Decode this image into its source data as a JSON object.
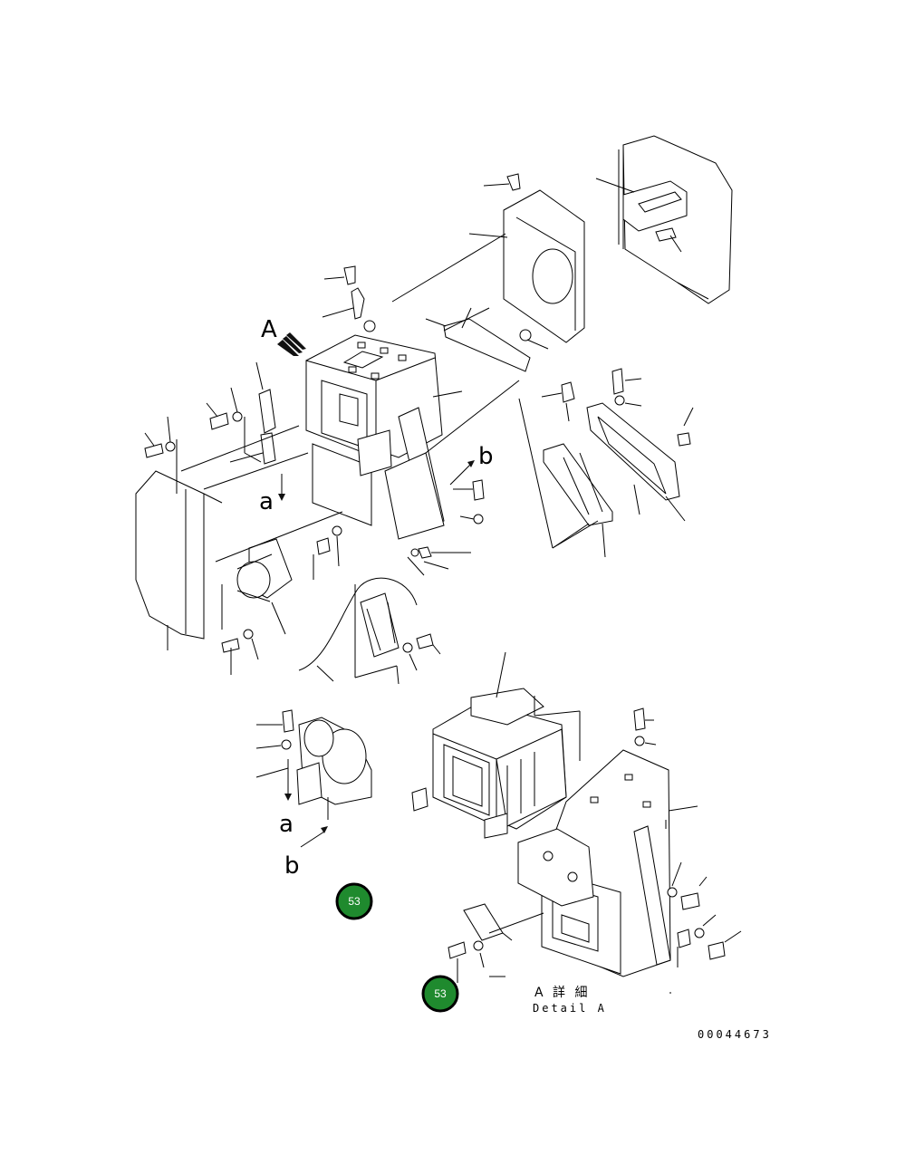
{
  "labels": {
    "view_a": "A",
    "arrow_a_top": "a",
    "arrow_b_top": "b",
    "arrow_a_bottom": "a",
    "arrow_b_bottom": "b"
  },
  "detail": {
    "japanese": "A 詳 細",
    "english": "Detail A"
  },
  "drawing_number": "00044673",
  "callouts": [
    {
      "label": "53"
    },
    {
      "label": "53"
    }
  ]
}
